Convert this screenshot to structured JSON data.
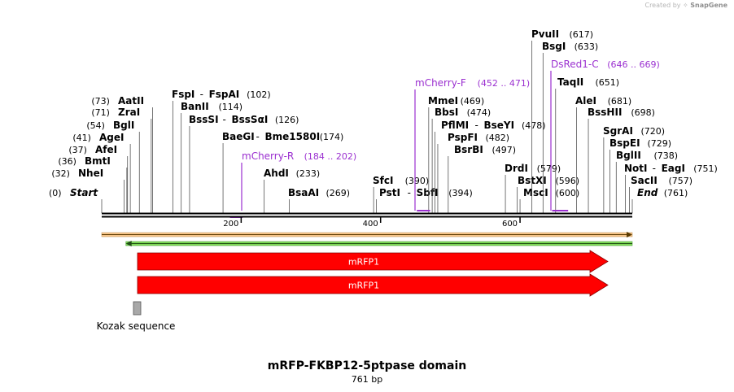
{
  "branding": {
    "created_by": "Created by",
    "brand": "SnapGene"
  },
  "map": {
    "name": "mRFP-FKBP12-5ptpase domain",
    "length_label": "761 bp",
    "length": 761
  },
  "colors": {
    "site": "#000000",
    "primer": "#9b30d0",
    "feature": "#ff0000",
    "feature_edge": "#8b0000",
    "orange_bar": "#f7c58a",
    "green_bar": "#7ed957",
    "kozak": "#a8a8a8"
  },
  "ruler": {
    "ticks": [
      {
        "label": "200",
        "pos": 200
      },
      {
        "label": "400",
        "pos": 400
      },
      {
        "label": "600",
        "pos": 600
      }
    ]
  },
  "sites": [
    {
      "name": "Start",
      "pos": "(0)",
      "bp": 0,
      "italic": true
    },
    {
      "name": "NheI",
      "pos": "(32)",
      "bp": 32
    },
    {
      "name": "BmtI",
      "pos": "(36)",
      "bp": 36
    },
    {
      "name": "AfeI",
      "pos": "(37)",
      "bp": 37
    },
    {
      "name": "AgeI",
      "pos": "(41)",
      "bp": 41
    },
    {
      "name": "BglI",
      "pos": "(54)",
      "bp": 54
    },
    {
      "name": "ZraI",
      "pos": "(71)",
      "bp": 71
    },
    {
      "name": "AatII",
      "pos": "(73)",
      "bp": 73
    },
    {
      "name": "FspI",
      "name2": "FspAI",
      "pos": "(102)",
      "bp": 102
    },
    {
      "name": "BanII",
      "pos": "(114)",
      "bp": 114
    },
    {
      "name": "BssSI",
      "name2": "BssSαI",
      "pos": "(126)",
      "bp": 126
    },
    {
      "name": "BaeGI",
      "name2": "Bme1580I",
      "pos": "(174)",
      "bp": 174
    },
    {
      "name": "AhdI",
      "pos": "(233)",
      "bp": 233
    },
    {
      "name": "BsaAI",
      "pos": "(269)",
      "bp": 269
    },
    {
      "name": "SfcI",
      "pos": "(390)",
      "bp": 390
    },
    {
      "name": "PstI",
      "name2": "SbfI",
      "pos": "(394)",
      "bp": 394
    },
    {
      "name": "BsrBI",
      "pos": "(497)",
      "bp": 497
    },
    {
      "name": "PspFI",
      "pos": "(482)",
      "bp": 482
    },
    {
      "name": "PflMI",
      "name2": "BseYI",
      "pos": "(478)",
      "bp": 478
    },
    {
      "name": "BbsI",
      "pos": "(474)",
      "bp": 474
    },
    {
      "name": "MmeI",
      "pos": "(469)",
      "bp": 469
    },
    {
      "name": "DrdI",
      "pos": "(579)",
      "bp": 579
    },
    {
      "name": "BstXI",
      "pos": "(596)",
      "bp": 596
    },
    {
      "name": "MscI",
      "pos": "(600)",
      "bp": 600
    },
    {
      "name": "PvuII",
      "pos": "(617)",
      "bp": 617
    },
    {
      "name": "BsgI",
      "pos": "(633)",
      "bp": 633
    },
    {
      "name": "TaqII",
      "pos": "(651)",
      "bp": 651
    },
    {
      "name": "AleI",
      "pos": "(681)",
      "bp": 681
    },
    {
      "name": "BssHII",
      "pos": "(698)",
      "bp": 698
    },
    {
      "name": "SgrAI",
      "pos": "(720)",
      "bp": 720
    },
    {
      "name": "BspEI",
      "pos": "(729)",
      "bp": 729
    },
    {
      "name": "BglII",
      "pos": "(738)",
      "bp": 738
    },
    {
      "name": "NotI",
      "name2": "EagI",
      "pos": "(751)",
      "bp": 751
    },
    {
      "name": "SacII",
      "pos": "(757)",
      "bp": 757
    },
    {
      "name": "End",
      "pos": "(761)",
      "bp": 761,
      "italic": true
    }
  ],
  "primers": [
    {
      "name": "mCherry-R",
      "range": "(184 .. 202)",
      "start": 184,
      "end": 202
    },
    {
      "name": "mCherry-F",
      "range": "(452 .. 471)",
      "start": 452,
      "end": 471
    },
    {
      "name": "DsRed1-C",
      "range": "(646 .. 669)",
      "start": 646,
      "end": 669
    }
  ],
  "features": [
    {
      "label": "mRFP1",
      "start": 37,
      "end": 715
    },
    {
      "label": "mRFP1",
      "start": 37,
      "end": 715
    },
    {
      "label": "Kozak sequence",
      "start": 32,
      "end": 42
    }
  ]
}
